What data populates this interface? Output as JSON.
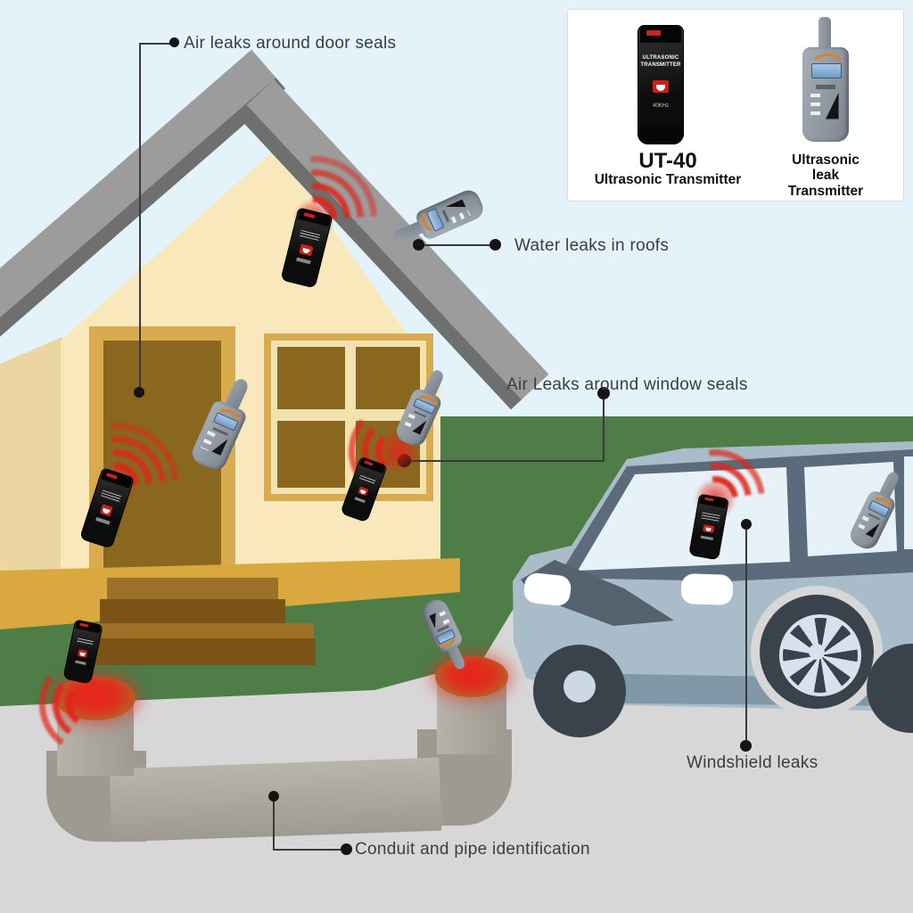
{
  "labels": {
    "door_seals": "Air leaks around door seals",
    "roof_leaks": "Water leaks in roofs",
    "window_seals": "Air Leaks around window seals",
    "windshield": "Windshield leaks",
    "pipe": "Conduit and pipe identification"
  },
  "inset": {
    "transmitter": {
      "model": "UT-40",
      "caption": "Ultrasonic Transmitter",
      "body_label_line1": "ULTRASONIC",
      "body_label_line2": "TRANSMITTER",
      "frequency": "40KHz"
    },
    "receiver": {
      "caption_line1": "Ultrasonic",
      "caption_line2": "leak",
      "caption_line3": "Transmitter"
    }
  },
  "colors": {
    "sky": "#e3f3f9",
    "grass": "#4e7d48",
    "road": "#d7d7d7",
    "house_wall_front": "#f8e8bb",
    "house_wall_side": "#ebd5a0",
    "roof_gray": "#9c9c9c",
    "roof_shadow": "#6f6f6f",
    "door_brown": "#8a671f",
    "trim_gold": "#d8ab4e",
    "skirt_gold": "#d9a93f",
    "step_brown": "#7c5316",
    "wave_red": "#e02519",
    "car_body": "#a9bcc9",
    "car_dark": "#5b6b7c",
    "glass": "#e7f2f8",
    "pipe_gray": "#a7a39a",
    "label_text": "#3d3d3d"
  }
}
